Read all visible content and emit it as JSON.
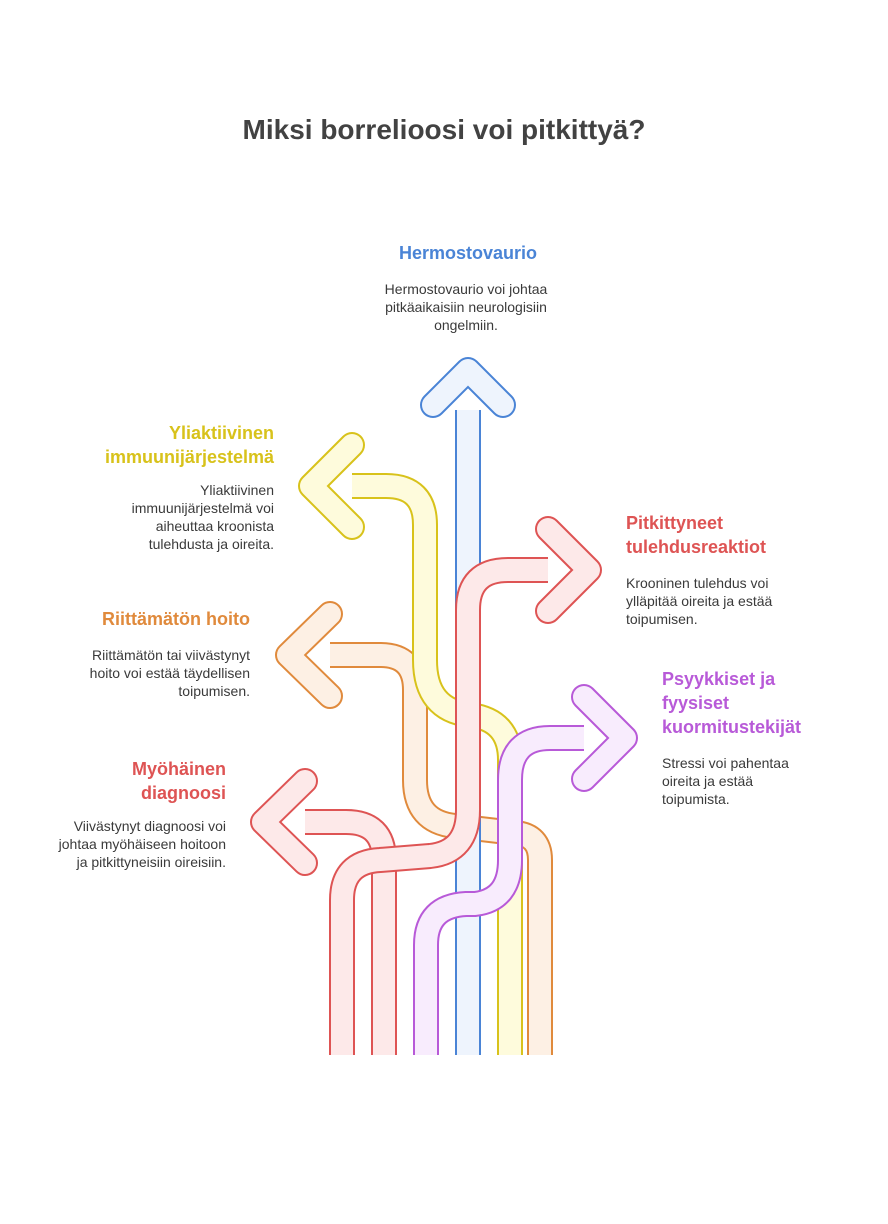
{
  "title": "Miksi borrelioosi voi pitkittyä?",
  "colors": {
    "blue": "#4a84d6",
    "yellow": "#d8c21b",
    "red": "#de5454",
    "orange": "#e08a3c",
    "purple": "#b85ad8",
    "dark": "#424242"
  },
  "items": {
    "hermo": {
      "heading": "Hermostovaurio",
      "desc": "Hermostovaurio voi johtaa pitkäaikaisiin neurologisiin ongelmiin."
    },
    "ylia": {
      "heading": "Yliaktiivinen\nimmuunijärjestelmä",
      "desc": "Yliaktiivinen immuunijärjestelmä voi aiheuttaa kroonista tulehdusta ja oireita."
    },
    "pitk": {
      "heading": "Pitkittyneet\ntulehdusreaktiot",
      "desc": "Krooninen tulehdus voi ylläpitää oireita ja estää toipumisen."
    },
    "riit": {
      "heading": "Riittämätön hoito",
      "desc": "Riittämätön tai viivästynyt hoito voi estää täydellisen toipumisen."
    },
    "psyk": {
      "heading": "Psyykkiset ja\nfyysiset\nkuormitustekijät",
      "desc": "Stressi voi pahentaa oireita ja estää toipumista."
    },
    "myoh": {
      "heading": "Myöhäinen\ndiagnoosi",
      "desc": "Viivästynyt diagnoosi voi johtaa myöhäiseen hoitoon ja pitkittyneisiin oireisiin."
    }
  }
}
